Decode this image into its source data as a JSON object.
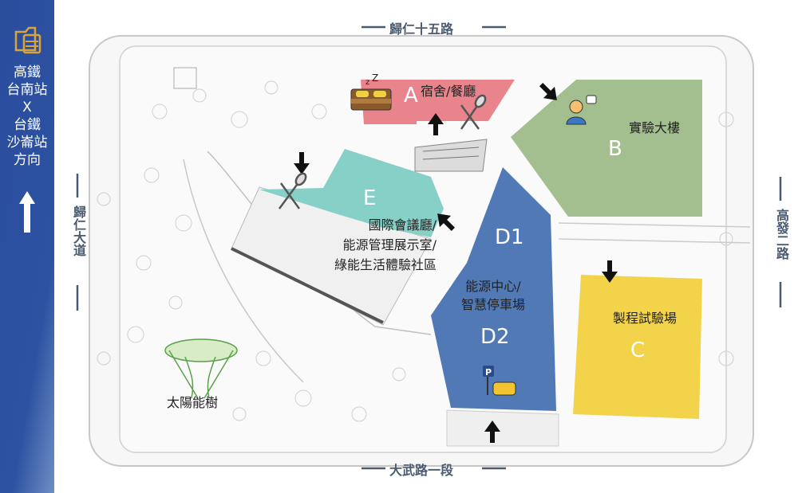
{
  "sidebar": {
    "line1": "高鐵",
    "line2": "台南站",
    "line3": "X",
    "line4": "台鐵",
    "line5": "沙崙站",
    "line6": "方向",
    "icon": "train-icon"
  },
  "roads": {
    "top": "歸仁十五路",
    "bottom": "大武路一段",
    "left": "歸仁大道",
    "right": "高發二路"
  },
  "zones": {
    "A": {
      "letter": "A",
      "label": "宿舍/餐廳",
      "color": "#e9848c"
    },
    "B": {
      "letter": "B",
      "label": "實驗大樓",
      "color": "#a3bf90"
    },
    "C": {
      "letter": "C",
      "label": "製程試驗場",
      "color": "#f2d34a"
    },
    "D1": {
      "letter": "D1"
    },
    "D2": {
      "letter": "D2"
    },
    "D": {
      "label1": "能源中心/",
      "label2": "智慧停車場",
      "color": "#5079b6"
    },
    "E": {
      "letter": "E",
      "label1": "國際會議廳/",
      "label2": "能源管理展示室/",
      "label3": "綠能生活體驗社區",
      "color": "#86d0c8"
    }
  },
  "landmark": {
    "label": "太陽能樹"
  }
}
